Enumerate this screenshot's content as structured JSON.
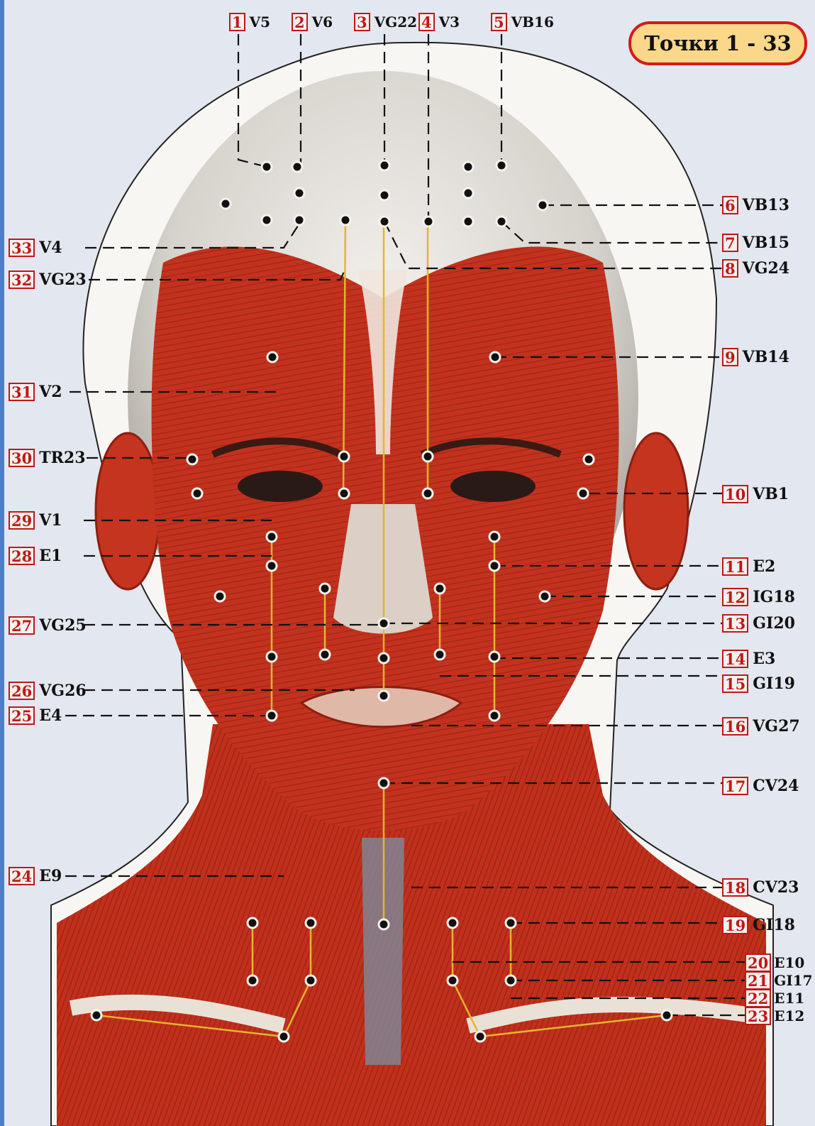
{
  "title": "Точки 1 - 33",
  "colors": {
    "muscle": "#c3321e",
    "muscle_dark": "#8e1d10",
    "skin": "#e6e3df",
    "line": "#e5b52e",
    "border": "#c01818",
    "badge": "#fbd78a"
  },
  "points": [
    {
      "n": "1",
      "code": "V5"
    },
    {
      "n": "2",
      "code": "V6"
    },
    {
      "n": "3",
      "code": "VG22"
    },
    {
      "n": "4",
      "code": "V3"
    },
    {
      "n": "5",
      "code": "VB16"
    },
    {
      "n": "6",
      "code": "VB13"
    },
    {
      "n": "7",
      "code": "VB15"
    },
    {
      "n": "8",
      "code": "VG24"
    },
    {
      "n": "9",
      "code": "VB14"
    },
    {
      "n": "10",
      "code": "VB1"
    },
    {
      "n": "11",
      "code": "E2"
    },
    {
      "n": "12",
      "code": "IG18"
    },
    {
      "n": "13",
      "code": "GI20"
    },
    {
      "n": "14",
      "code": "E3"
    },
    {
      "n": "15",
      "code": "GI19"
    },
    {
      "n": "16",
      "code": "VG27"
    },
    {
      "n": "17",
      "code": "CV24"
    },
    {
      "n": "18",
      "code": "CV23"
    },
    {
      "n": "19",
      "code": "GI18"
    },
    {
      "n": "20",
      "code": "E10"
    },
    {
      "n": "21",
      "code": "GI17"
    },
    {
      "n": "22",
      "code": "E11"
    },
    {
      "n": "23",
      "code": "E12"
    },
    {
      "n": "24",
      "code": "E9"
    },
    {
      "n": "25",
      "code": "E4"
    },
    {
      "n": "26",
      "code": "VG26"
    },
    {
      "n": "27",
      "code": "VG25"
    },
    {
      "n": "28",
      "code": "E1"
    },
    {
      "n": "29",
      "code": "V1"
    },
    {
      "n": "30",
      "code": "TR23"
    },
    {
      "n": "31",
      "code": "V2"
    },
    {
      "n": "32",
      "code": "VG23"
    },
    {
      "n": "33",
      "code": "V4"
    }
  ]
}
